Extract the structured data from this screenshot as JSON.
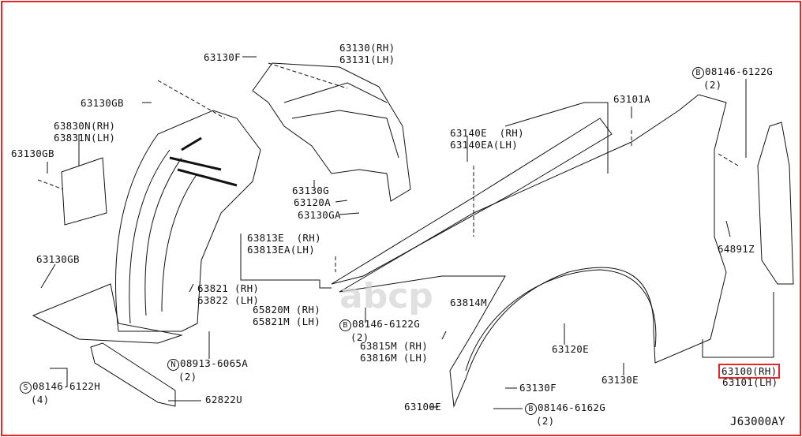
{
  "diagram_id": "J63000AY",
  "highlight_color": "#e8252b",
  "watermark": "abcp",
  "labels": [
    {
      "lines": [
        "63130F"
      ]
    },
    {
      "lines": [
        "63130(RH)",
        "63131(LH)"
      ]
    },
    {
      "lines": [
        "63130GB"
      ]
    },
    {
      "lines": [
        "63830N(RH)",
        "63831N(LH)"
      ]
    },
    {
      "lines": [
        "63130GB"
      ]
    },
    {
      "lines": [
        "63130G"
      ]
    },
    {
      "lines": [
        "63120A"
      ]
    },
    {
      "lines": [
        "63130GA"
      ]
    },
    {
      "lines": [
        "63813E  (RH)",
        "63813EA(LH)"
      ]
    },
    {
      "lines": [
        "63130GB"
      ]
    },
    {
      "lines": [
        "63821 (RH)",
        "63822 (LH)"
      ]
    },
    {
      "lines": [
        "65820M (RH)",
        "65821M (LH)"
      ]
    },
    {
      "prefix": "B",
      "lines": [
        "08146-6122G"
      ],
      "qty": "(2)"
    },
    {
      "lines": [
        "63815M (RH)",
        "63816M (LH)"
      ]
    },
    {
      "prefix": "N",
      "lines": [
        "08913-6065A"
      ],
      "qty": "(2)"
    },
    {
      "prefix": "S",
      "lines": [
        "08146-6122H"
      ],
      "qty": "(4)"
    },
    {
      "lines": [
        "62822U"
      ]
    },
    {
      "lines": [
        "63140E  (RH)",
        "63140EA(LH)"
      ]
    },
    {
      "lines": [
        "63101A"
      ]
    },
    {
      "prefix": "B",
      "lines": [
        "08146-6122G"
      ],
      "qty": "(2)"
    },
    {
      "lines": [
        "64891Z"
      ]
    },
    {
      "lines": [
        "63814M"
      ]
    },
    {
      "lines": [
        "63120E"
      ]
    },
    {
      "lines": [
        "63130E"
      ]
    },
    {
      "lines": [
        "63100(RH)"
      ],
      "highlighted": true
    },
    {
      "lines": [
        "63101(LH)"
      ]
    },
    {
      "lines": [
        "63130F"
      ]
    },
    {
      "prefix": "B",
      "lines": [
        "08146-6162G"
      ],
      "qty": "(2)"
    },
    {
      "lines": [
        "63100E"
      ]
    }
  ]
}
